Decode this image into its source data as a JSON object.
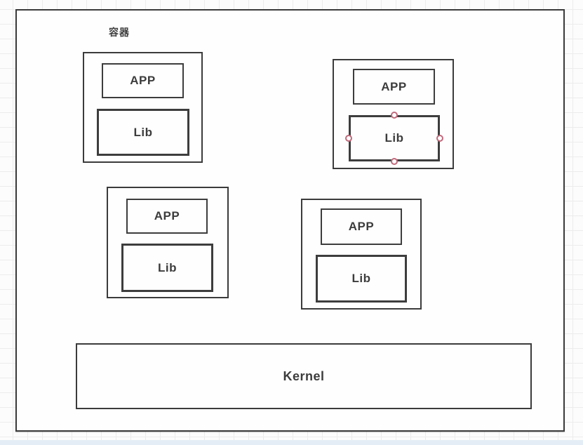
{
  "diagram": {
    "canvas_label": "容器",
    "groups": [
      {
        "id": "container-top-left",
        "app_label": "APP",
        "lib_label": "Lib",
        "selected": false
      },
      {
        "id": "container-top-right",
        "app_label": "APP",
        "lib_label": "Lib",
        "selected": true
      },
      {
        "id": "container-bottom-left",
        "app_label": "APP",
        "lib_label": "Lib",
        "selected": false
      },
      {
        "id": "container-bottom-right",
        "app_label": "APP",
        "lib_label": "Lib",
        "selected": false
      }
    ],
    "kernel_label": "Kernel",
    "colors": {
      "shape_border": "#3b3b3b",
      "text": "#3c3c3c",
      "selection_handle": "#c0697a",
      "grid_line": "#ececec",
      "canvas_background": "#fefefe",
      "bottom_strip": "#e4ecf5"
    }
  }
}
